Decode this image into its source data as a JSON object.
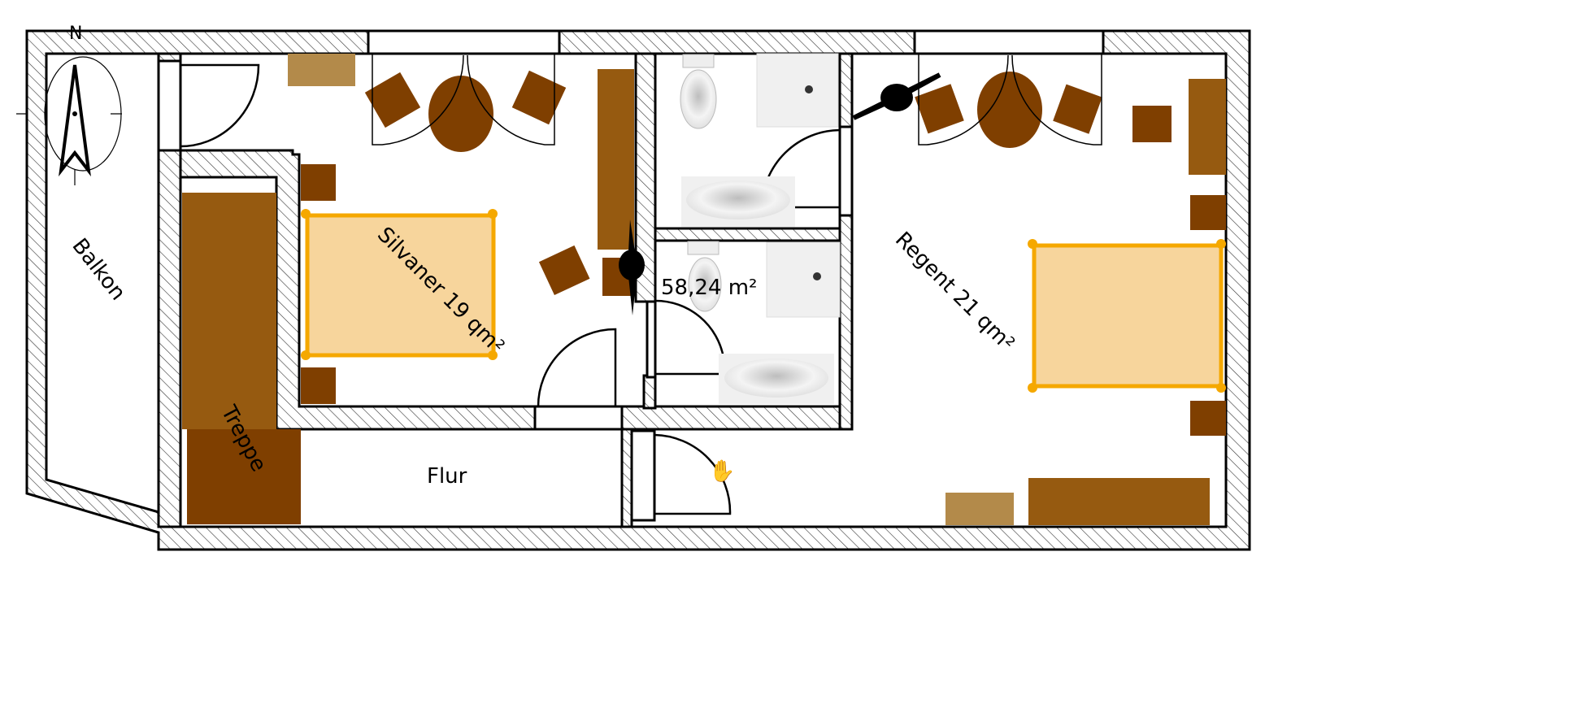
{
  "plan": {
    "compass_label": "N",
    "rooms": {
      "balcony": "Balkon",
      "room_left": "Silvaner 19 qm²",
      "stairs": "Treppe",
      "hallway": "Flur",
      "room_right": "Regent 21 qm²"
    },
    "total_area": "58,24 m²"
  },
  "colors": {
    "dark_wood": "#7f3f00",
    "medium_wood": "#965a10",
    "light_wood": "#b38a4a",
    "bed_fill": "#f7d59c",
    "selection": "#f5a800"
  }
}
